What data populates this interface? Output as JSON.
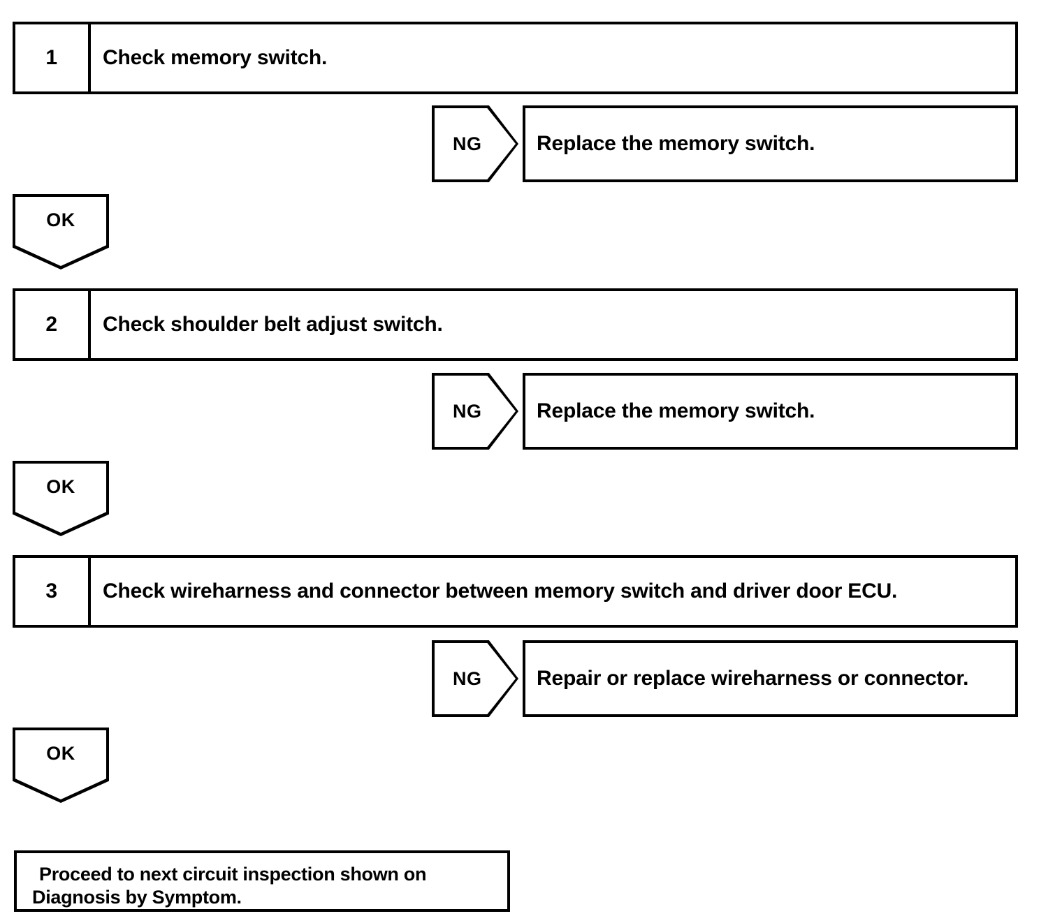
{
  "diagram": {
    "title": "Circuit inspection troubleshooting flowchart",
    "type": "troubleshooting-flow",
    "line_color": "#000000",
    "background_color": "#ffffff"
  },
  "steps": [
    {
      "number": "1",
      "text": "Check memory switch.",
      "ng_label": "NG",
      "ng_result": "Replace the memory switch.",
      "ok_label": "OK"
    },
    {
      "number": "2",
      "text": "Check shoulder belt adjust switch.",
      "ng_label": "NG",
      "ng_result": "Replace the memory switch.",
      "ok_label": "OK"
    },
    {
      "number": "3",
      "text": "Check wireharness and connector between memory switch and driver door ECU.",
      "ng_label": "NG",
      "ng_result": "Repair or replace wireharness or connector.",
      "ok_label": "OK"
    }
  ],
  "final": {
    "line1": "Proceed to next circuit inspection shown on",
    "line2": "Diagnosis by Symptom."
  }
}
